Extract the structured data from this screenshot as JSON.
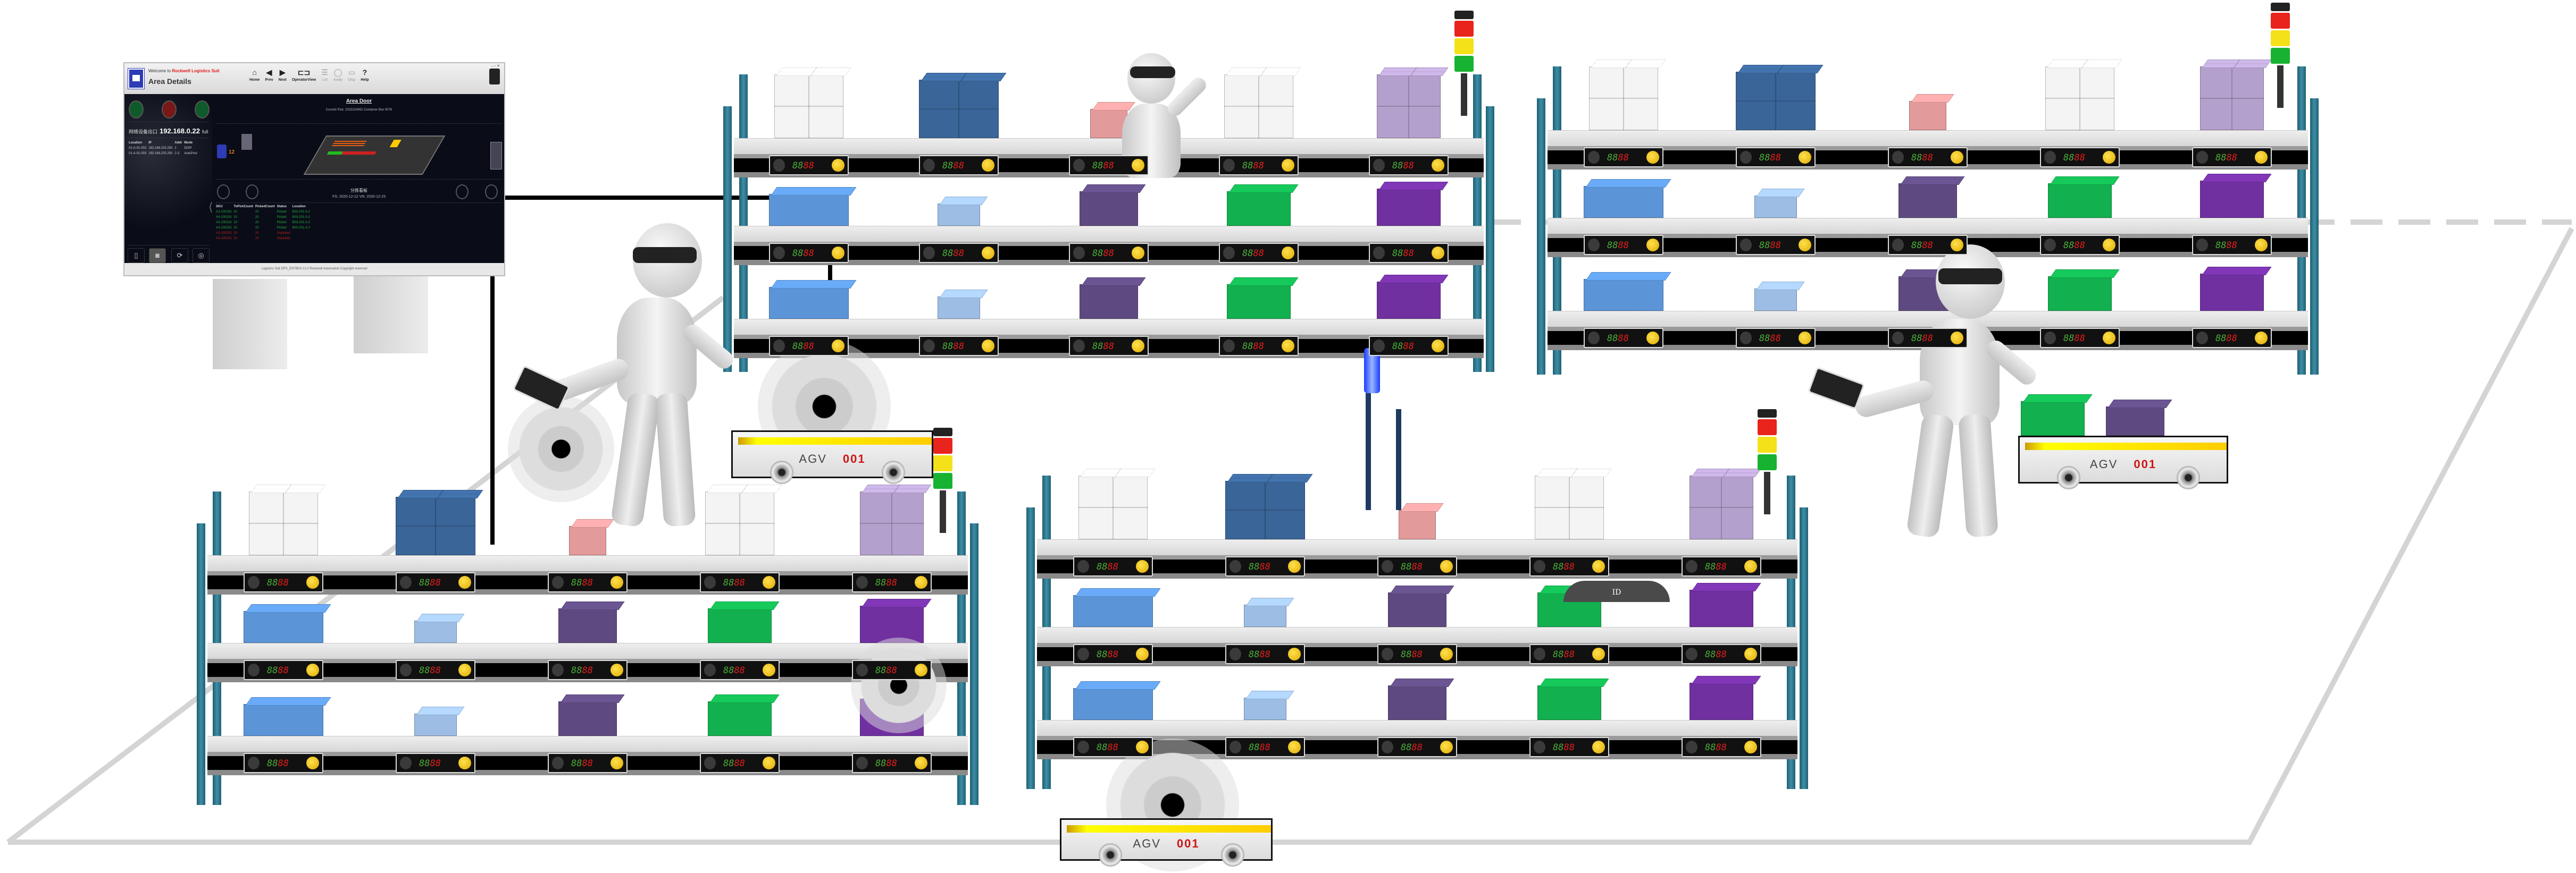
{
  "panel": {
    "welcome_prefix": "Welcome to",
    "brand": "Rockwell Logistics Suit",
    "title": "Area Details",
    "window_controls": "– ▫ ✕",
    "toolbar": [
      {
        "label": "Home",
        "icon": "home-icon",
        "glyph": "⌂",
        "enabled": true
      },
      {
        "label": "Prev",
        "icon": "prev-icon",
        "glyph": "◀",
        "enabled": true
      },
      {
        "label": "Next",
        "icon": "next-icon",
        "glyph": "▶",
        "enabled": true
      },
      {
        "label": "OperatorView",
        "icon": "operator-view-icon",
        "glyph": "⊏⊐",
        "enabled": true
      },
      {
        "label": "List",
        "icon": "list-icon",
        "glyph": "☰",
        "enabled": false
      },
      {
        "label": "Analy",
        "icon": "analysis-icon",
        "glyph": "◯",
        "enabled": false
      },
      {
        "label": "Disp",
        "icon": "display-icon",
        "glyph": "▭",
        "enabled": false
      },
      {
        "label": "Help",
        "icon": "help-icon",
        "glyph": "?",
        "enabled": true
      }
    ],
    "network_label": "网络设备出口",
    "network_ip": "192.168.0.22",
    "network_status": "full",
    "device_table": {
      "headers": [
        "Location",
        "IP",
        "Addr",
        "Mode"
      ],
      "rows": [
        [
          "01-A-01-002",
          "192.168.225.250",
          "1",
          "DISP"
        ],
        [
          "01-A-01-003",
          "192.168.225.250",
          "2-3",
          "AutoPost"
        ]
      ]
    },
    "area_title": "Area Door",
    "current_pick": "Current Pick: 2015224652   Container Box 0076",
    "diagram_count": "12",
    "board_title": "分拣看板",
    "board_info": "FS: 2020-12-12   VN: 2020-12-23",
    "pick_table": {
      "headers": [
        "SKU",
        "ToPickCount",
        "PickedCount",
        "Status",
        "Location"
      ],
      "rows": [
        {
          "cells": [
            "A3-100233",
            "20",
            "20",
            "Picked",
            "B03-201-3-2"
          ],
          "status": "ok"
        },
        {
          "cells": [
            "A4-100233",
            "20",
            "20",
            "Picked",
            "B03-201-3-2"
          ],
          "status": "ok"
        },
        {
          "cells": [
            "A3-100233",
            "20",
            "20",
            "Picked",
            "B03-201-3-3"
          ],
          "status": "ok"
        },
        {
          "cells": [
            "A4-100233",
            "20",
            "20",
            "Picked",
            "B03-201-3-2"
          ],
          "status": "ok"
        },
        {
          "cells": [
            "A3-100233",
            "20",
            "20",
            "Unpicked",
            ""
          ],
          "status": "bad"
        },
        {
          "cells": [
            "A4-100233",
            "20",
            "20",
            "Unpicked",
            ""
          ],
          "status": "bad"
        }
      ]
    },
    "footer": "Logistics Suit DPS_ENTB03 V1.0 Rockwell Automation Copyright reserved"
  },
  "display_readout": {
    "green": "88",
    "red": "88"
  },
  "id_tag": "ID",
  "agvs": [
    {
      "label": "AGV",
      "number": "001"
    },
    {
      "label": "AGV",
      "number": "001"
    },
    {
      "label": "AGV",
      "number": "001"
    }
  ],
  "colors": {
    "post": "#2e7d93",
    "white": "#f4f4f4",
    "blue": "#3a6598",
    "pink": "#e39a9a",
    "lavender": "#b4a0cc",
    "blue_light": "#5b95d8",
    "pale_blue": "#9dbde4",
    "dark_purple": "#5e4a80",
    "green": "#12b04e",
    "purple": "#7030a0"
  },
  "shelves": [
    {
      "name": "shelf-top-center",
      "levels": [
        [
          "white",
          "blue",
          "pink",
          "white",
          "lavender"
        ],
        [
          "blue_light",
          "pale_blue",
          "dark_purple",
          "green",
          "purple"
        ],
        [
          "blue_light",
          "pale_blue",
          "dark_purple",
          "green",
          "purple"
        ]
      ]
    },
    {
      "name": "shelf-top-right",
      "levels": [
        [
          "white",
          "blue",
          "pink",
          "white",
          "lavender"
        ],
        [
          "blue_light",
          "pale_blue",
          "dark_purple",
          "green",
          "purple"
        ],
        [
          "blue_light",
          "pale_blue",
          "dark_purple",
          "green",
          "purple"
        ]
      ]
    },
    {
      "name": "shelf-bottom-left",
      "levels": [
        [
          "white",
          "blue",
          "pink",
          "white",
          "lavender"
        ],
        [
          "blue_light",
          "pale_blue",
          "dark_purple",
          "green",
          "purple"
        ],
        [
          "blue_light",
          "pale_blue",
          "dark_purple",
          "green",
          "purple"
        ]
      ]
    },
    {
      "name": "shelf-bottom-center",
      "levels": [
        [
          "white",
          "blue",
          "pink",
          "white",
          "lavender"
        ],
        [
          "blue_light",
          "pale_blue",
          "dark_purple",
          "green",
          "purple"
        ],
        [
          "blue_light",
          "pale_blue",
          "dark_purple",
          "green",
          "purple"
        ]
      ]
    }
  ]
}
